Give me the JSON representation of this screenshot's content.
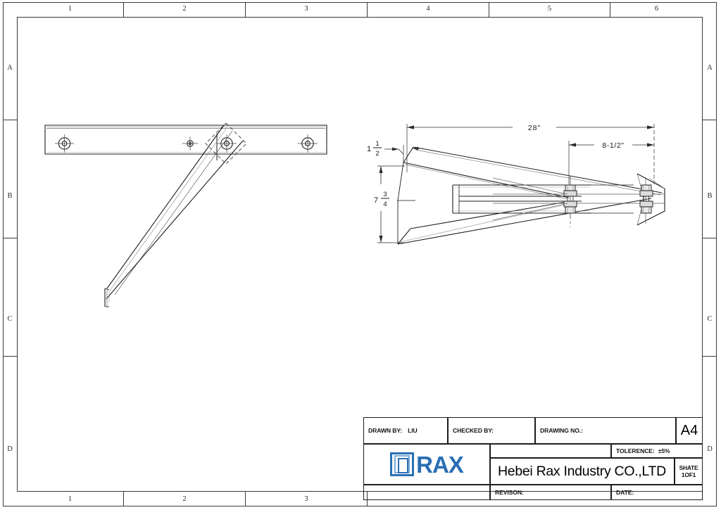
{
  "document": {
    "kind": "engineering-drawing",
    "sheet_size": "A4"
  },
  "border": {
    "zone_numbers_top": [
      "1",
      "2",
      "3",
      "4",
      "5",
      "6"
    ],
    "zone_numbers_bottom": [
      "1",
      "2",
      "3"
    ],
    "zone_letters_left": [
      "A",
      "B",
      "C",
      "D"
    ],
    "zone_letters_right": [
      "A",
      "B",
      "C",
      "D"
    ]
  },
  "dimensions": {
    "overall_length": "28\"",
    "bracket_offset": "8-1/2\"",
    "flange_height": "1 1/2",
    "flange_height_whole": "1",
    "flange_height_num": "1",
    "flange_height_den": "2",
    "drop_height_whole": "7",
    "drop_height_num": "3",
    "drop_height_den": "4",
    "drop_height": "7 3/4"
  },
  "title_block": {
    "drawn_by_label": "DRAWN BY:",
    "drawn_by_value": "LIU",
    "checked_by_label": "CHECKED BY:",
    "checked_by_value": "",
    "drawing_no_label": "DRAWING NO.:",
    "drawing_no_value": "",
    "sheet_size": "A4",
    "tolerance_label": "TOLERENCE:",
    "tolerance_value": "±5%",
    "company": "Hebei Rax Industry CO.,LTD",
    "sheet_count": "SHATE 1OF1",
    "revision_label": "REVISON:",
    "revision_value": "",
    "date_label": "DATE:",
    "date_value": "",
    "logo_text": "RAX",
    "logo_color": "#2a6fb5",
    "logo_color_light": "#6ea4d4"
  },
  "colors": {
    "line": "#1d1d1d",
    "frame": "#3a3a3a",
    "thin": "#555555",
    "brand_blue": "#2a6fb5"
  },
  "views": {
    "front_view_name": "bracket-front-view",
    "side_view_name": "bracket-side-view"
  }
}
